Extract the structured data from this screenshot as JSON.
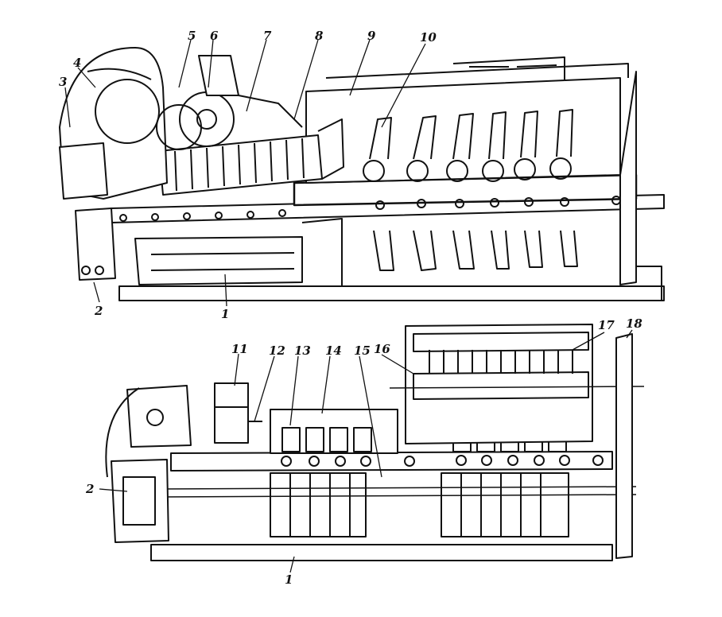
{
  "labels": {
    "top_view": [
      "1",
      "2",
      "3",
      "4",
      "5",
      "6",
      "7",
      "8",
      "9",
      "10"
    ],
    "bottom_view": [
      "1",
      "2",
      "11",
      "12",
      "13",
      "14",
      "15",
      "16",
      "17",
      "18"
    ]
  },
  "colors": {
    "ink": "#111111",
    "paper": "#ffffff"
  }
}
